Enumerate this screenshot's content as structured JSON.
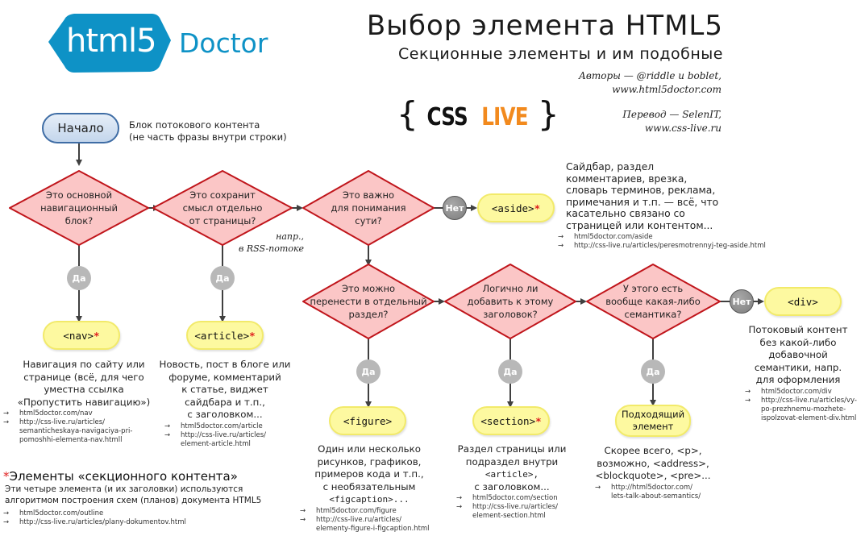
{
  "colors": {
    "brand_blue": "#0e92c6",
    "decision_fill": "#fbc6c6",
    "decision_stroke": "#c0151b",
    "terminal_fill": "#fdf9a0",
    "start_stroke": "#3f6da5",
    "asterisk": "#e02020",
    "csslive_orange": "#f28a1e"
  },
  "header": {
    "logo_badge": "html5",
    "logo_word": "Doctor",
    "title": "Выбор элемента HTML5",
    "subtitle": "Секционные элементы и им подобные",
    "authors_line1": "Авторы — @riddle и boblet,",
    "authors_line2": "www.html5doctor.com",
    "translation_line1": "Перевод — SelenIT,",
    "translation_line2": "www.css-live.ru",
    "csslive_open": "{",
    "csslive_css": "CSS",
    "csslive_live": "LIVE",
    "csslive_close": "}"
  },
  "start": {
    "label": "Начало",
    "note_line1": "Блок потокового контента",
    "note_line2": "(не часть фразы внутри строки)"
  },
  "decisions": {
    "nav_q": [
      "Это основной",
      "навигационный",
      "блок?"
    ],
    "article_q": [
      "Это сохранит",
      "смысл отдельно",
      "от страницы?"
    ],
    "aside_q": [
      "Это важно",
      "для понимания",
      "сути?"
    ],
    "figure_q": [
      "Это можно",
      "перенести в отдельный",
      "раздел?"
    ],
    "section_q": [
      "Логично ли",
      "добавить к этому",
      "заголовок?"
    ],
    "div_q": [
      "У этого есть",
      "вообще какая-либо",
      "семантика?"
    ]
  },
  "rss_note": {
    "line1": "напр.,",
    "line2": "в RSS-потоке"
  },
  "badges": {
    "yes": "Да",
    "no": "Нет"
  },
  "terminals": {
    "nav": "<nav>",
    "article": "<article>",
    "aside": "<aside>",
    "figure": "<figure>",
    "section": "<section>",
    "div": "<div>",
    "appropriate_line1": "Подходящий",
    "appropriate_line2": "элемент",
    "asterisk": "*"
  },
  "descriptions": {
    "nav": [
      "Навигация по сайту или",
      "странице (всё, для чего",
      "уместна ссылка",
      "«Пропустить навигацию»)"
    ],
    "article": [
      "Новость, пост в блоге или",
      "форуме, комментарий",
      "к статье, виджет",
      "сайдбара и т.п.,",
      "с заголовком..."
    ],
    "aside": [
      "Сайдбар, раздел",
      "комментариев, врезка,",
      "словарь терминов, реклама,",
      "примечания и т.п. — всё, что",
      "касательно связано со",
      "страницей или контентом..."
    ],
    "figure": [
      "Один или несколько",
      "рисунков, графиков,",
      "примеров кода и т.п.,",
      "с необязательным",
      "<figcaption>..."
    ],
    "section": [
      "Раздел страницы или",
      "подраздел внутри",
      "<article>,",
      "с заголовком..."
    ],
    "semantic": [
      "Скорее всего, <p>,",
      "возможно, <address>,",
      "<blockquote>, <pre>..."
    ],
    "div": [
      "Потоковый контент",
      "без какой-либо",
      "добавочной",
      "семантики, напр.",
      "для оформления"
    ]
  },
  "links": {
    "arrow": "→",
    "nav": [
      "html5doctor.com/nav",
      "http://css-live.ru/articles/\nsemanticheskaya-navigaciya-pri-\npomoshhi-elementa-nav.htmll"
    ],
    "article": [
      "html5doctor.com/article",
      "http://css-live.ru/articles/\nelement-article.html"
    ],
    "aside": [
      "html5doctor.com/aside",
      "http://css-live.ru/articles/peresmotrennyj-teg-aside.html"
    ],
    "figure": [
      "html5doctor.com/figure",
      "http://css-live.ru/articles/\nelementy-figure-i-figcaption.html"
    ],
    "section": [
      "html5doctor.com/section",
      "http://css-live.ru/articles/\nelement-section.html"
    ],
    "semantic": [
      "http://html5doctor.com/\nlets-talk-about-semantics/"
    ],
    "div": [
      "html5doctor.com/div",
      "http://css-live.ru/articles/vy-\npo-prezhnemu-mozhete-\nispolzovat-element-div.html"
    ],
    "outline": [
      "html5doctor.com/outline",
      "http://css-live.ru/articles/plany-dokumentov.html"
    ]
  },
  "footnote": {
    "star": "*",
    "title": "Элементы «секционного контента»",
    "body_line1": "Эти четыре элемента (и их заголовки) используются",
    "body_line2": "алгоритмом построения схем (планов) документа HTML5"
  }
}
